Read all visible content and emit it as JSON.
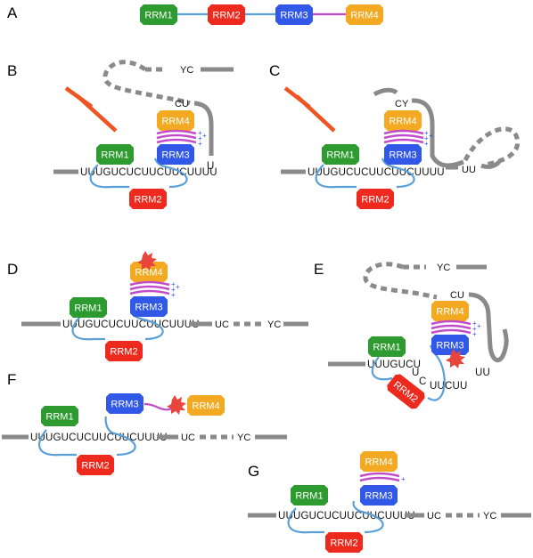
{
  "colors": {
    "rrm1": "#2e9b30",
    "rrm2": "#ee2a1e",
    "rrm3": "#3158e6",
    "rrm4": "#f3a922",
    "linker": "#5a9fd8",
    "helix": "#c24bc9",
    "rna": "#8a8a8a",
    "inhibitor": "#ee5522",
    "phospho": "#e8453c"
  },
  "domains": {
    "rrm1": "RRM1",
    "rrm2": "RRM2",
    "rrm3": "RRM3",
    "rrm4": "RRM4"
  },
  "panels": {
    "a": {
      "label": "A"
    },
    "b": {
      "label": "B",
      "seq": "UUUGUCUCUUCUUCUUUU",
      "tail": "U",
      "tag_cu": "CU",
      "tag_yc": "YC"
    },
    "c": {
      "label": "C",
      "seq": "UUUGUCUCUUCUUCUUUU",
      "tag_cy": "CY",
      "tag_uu": "UU"
    },
    "d": {
      "label": "D",
      "seq": "UUUGUCUCUUCUUCUUUU",
      "tag_uc": "UC",
      "tag_yc": "YC"
    },
    "e": {
      "label": "E",
      "seq1": "UUUGUCU",
      "u1": "U",
      "c1": "C",
      "seq2": "UUCUU",
      "uu": "UU",
      "tag_cu": "CU",
      "tag_yc": "YC"
    },
    "f": {
      "label": "F",
      "seq": "UUUGUCUCUUCUUCUUUU",
      "tag_uc": "UC",
      "tag_yc": "YC"
    },
    "g": {
      "label": "G",
      "seq": "UUUGUCUCUUCUUCUUUU",
      "tag_uc": "UC",
      "tag_yc": "YC"
    }
  }
}
